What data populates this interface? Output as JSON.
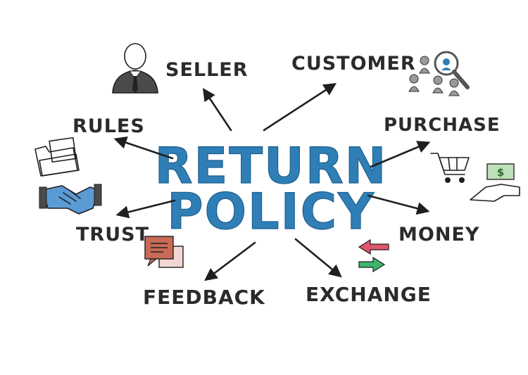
{
  "center": {
    "line1": "RETURN",
    "line2": "POLICY"
  },
  "nodes": {
    "seller": "SELLER",
    "customer": "CUSTOMER",
    "rules": "RULES",
    "purchase": "PURCHASE",
    "trust": "TRUST",
    "money": "MONEY",
    "feedback": "FEEDBACK",
    "exchange": "EXCHANGE"
  },
  "icons": {
    "seller": "businessman-icon",
    "customer": "customers-magnifier-icon",
    "rules": "folder-documents-icon",
    "purchase": "shopping-cart-icon",
    "trust": "handshake-icon",
    "money": "hand-with-dollar-bill-icon",
    "feedback": "speech-bubbles-icon",
    "exchange": "exchange-arrows-icon"
  },
  "money_symbol": "$",
  "colors": {
    "center_text": "#2f7fb6",
    "labels": "#2b2b2b",
    "handshake": "#5b9bd5",
    "feedback_bubble": "#c86a55",
    "exchange_left": "#e0566a",
    "exchange_right": "#3fb56b",
    "money_bill": "#bfe0b8"
  }
}
